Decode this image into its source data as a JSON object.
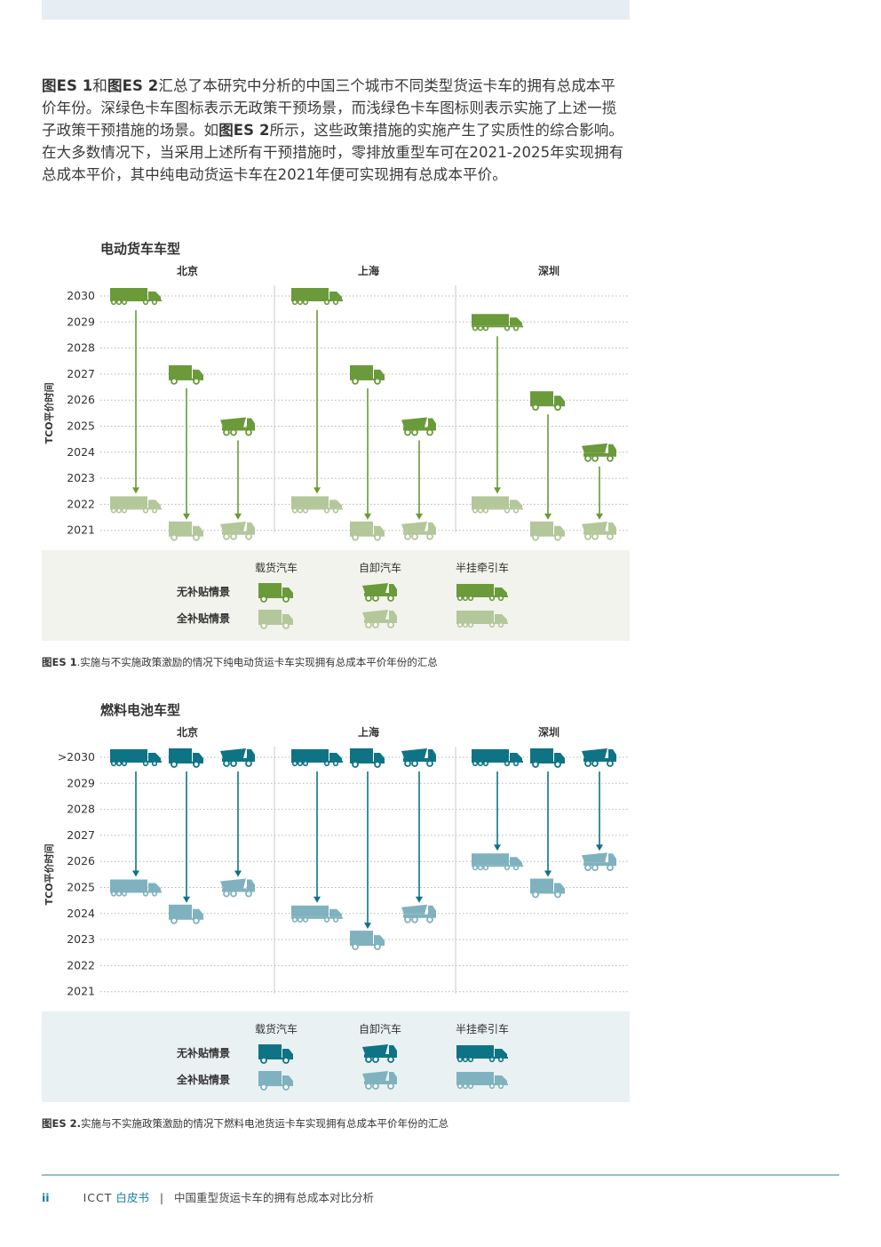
{
  "page": {
    "paragraph": [
      {
        "t": "图ES 1",
        "b": true
      },
      {
        "t": "和",
        "b": false
      },
      {
        "t": "图ES 2",
        "b": true
      },
      {
        "t": "汇总了本研究中分析的中国三个城市不同类型货运卡车的拥有总成本平价年份。深绿色卡车图标表示无政策干预场景，而浅绿色卡车图标则表示实施了上述一揽子政策干预措施的场景。如",
        "b": false
      },
      {
        "t": "图ES 2",
        "b": true
      },
      {
        "t": "所示，这些政策措施的实施产生了实质性的综合影响。在大多数情况下，当采用上述所有干预措施时，零排放重型车可在2021-2025年实现拥有总成本平价，其中纯电动货运卡车在2021年便可实现拥有总成本平价。",
        "b": false
      }
    ],
    "footer": {
      "page_number": "ii",
      "org": "ICCT",
      "doc_type": "白皮书",
      "separator": "|",
      "title": "中国重型货运卡车的拥有总成本对比分析"
    }
  },
  "chart_data": [
    {
      "type": "scatter",
      "title": "电动货车车型",
      "ylabel": "TCO平价时间",
      "cities": [
        "北京",
        "上海",
        "深圳"
      ],
      "y_ticks": [
        "2030",
        "2029",
        "2028",
        "2027",
        "2026",
        "2025",
        "2024",
        "2023",
        "2022",
        "2021"
      ],
      "ylim": [
        2021,
        2030
      ],
      "colors": {
        "no_subsidy": "#6a9a3a",
        "full_subsidy": "#b3c79a",
        "legend_bg": "#f1f3ec"
      },
      "legend": {
        "types": [
          "载货汽车",
          "自卸汽车",
          "半挂牵引车"
        ],
        "scenarios": [
          "无补贴情景",
          "全补贴情景"
        ]
      },
      "series": [
        {
          "city": "北京",
          "truck": "半挂牵引车",
          "no_subsidy": 2030,
          "full_subsidy": 2022
        },
        {
          "city": "北京",
          "truck": "载货汽车",
          "no_subsidy": 2027,
          "full_subsidy": 2021
        },
        {
          "city": "北京",
          "truck": "自卸汽车",
          "no_subsidy": 2025,
          "full_subsidy": 2021
        },
        {
          "city": "上海",
          "truck": "半挂牵引车",
          "no_subsidy": 2030,
          "full_subsidy": 2022
        },
        {
          "city": "上海",
          "truck": "载货汽车",
          "no_subsidy": 2027,
          "full_subsidy": 2021
        },
        {
          "city": "上海",
          "truck": "自卸汽车",
          "no_subsidy": 2025,
          "full_subsidy": 2021
        },
        {
          "city": "深圳",
          "truck": "半挂牵引车",
          "no_subsidy": 2029,
          "full_subsidy": 2022
        },
        {
          "city": "深圳",
          "truck": "载货汽车",
          "no_subsidy": 2026,
          "full_subsidy": 2021
        },
        {
          "city": "深圳",
          "truck": "自卸汽车",
          "no_subsidy": 2024,
          "full_subsidy": 2021
        }
      ],
      "caption_bold": "图ES 1",
      "caption": ".实施与不实施政策激励的情况下纯电动货运卡车实现拥有总成本平价年份的汇总"
    },
    {
      "type": "scatter",
      "title": "燃料电池车型",
      "ylabel": "TCO平价时间",
      "cities": [
        "北京",
        "上海",
        "深圳"
      ],
      "y_ticks": [
        ">2030",
        "2029",
        "2028",
        "2027",
        "2026",
        "2025",
        "2024",
        "2023",
        "2022",
        "2021"
      ],
      "ylim": [
        2021,
        2030
      ],
      "colors": {
        "no_subsidy": "#0e7485",
        "full_subsidy": "#7fb2be",
        "legend_bg": "#e9f1f3"
      },
      "legend": {
        "types": [
          "载货汽车",
          "自卸汽车",
          "半挂牵引车"
        ],
        "scenarios": [
          "无补贴情景",
          "全补贴情景"
        ]
      },
      "series": [
        {
          "city": "北京",
          "truck": "半挂牵引车",
          "no_subsidy": 2030,
          "full_subsidy": 2025
        },
        {
          "city": "北京",
          "truck": "载货汽车",
          "no_subsidy": 2030,
          "full_subsidy": 2024
        },
        {
          "city": "北京",
          "truck": "自卸汽车",
          "no_subsidy": 2030,
          "full_subsidy": 2025
        },
        {
          "city": "上海",
          "truck": "半挂牵引车",
          "no_subsidy": 2030,
          "full_subsidy": 2024
        },
        {
          "city": "上海",
          "truck": "载货汽车",
          "no_subsidy": 2030,
          "full_subsidy": 2023
        },
        {
          "city": "上海",
          "truck": "自卸汽车",
          "no_subsidy": 2030,
          "full_subsidy": 2024
        },
        {
          "city": "深圳",
          "truck": "半挂牵引车",
          "no_subsidy": 2030,
          "full_subsidy": 2026
        },
        {
          "city": "深圳",
          "truck": "载货汽车",
          "no_subsidy": 2030,
          "full_subsidy": 2025
        },
        {
          "city": "深圳",
          "truck": "自卸汽车",
          "no_subsidy": 2030,
          "full_subsidy": 2026
        }
      ],
      "caption_bold": "图ES 2.",
      "caption": "实施与不实施政策激励的情况下燃料电池货运卡车实现拥有总成本平价年份的汇总"
    }
  ]
}
